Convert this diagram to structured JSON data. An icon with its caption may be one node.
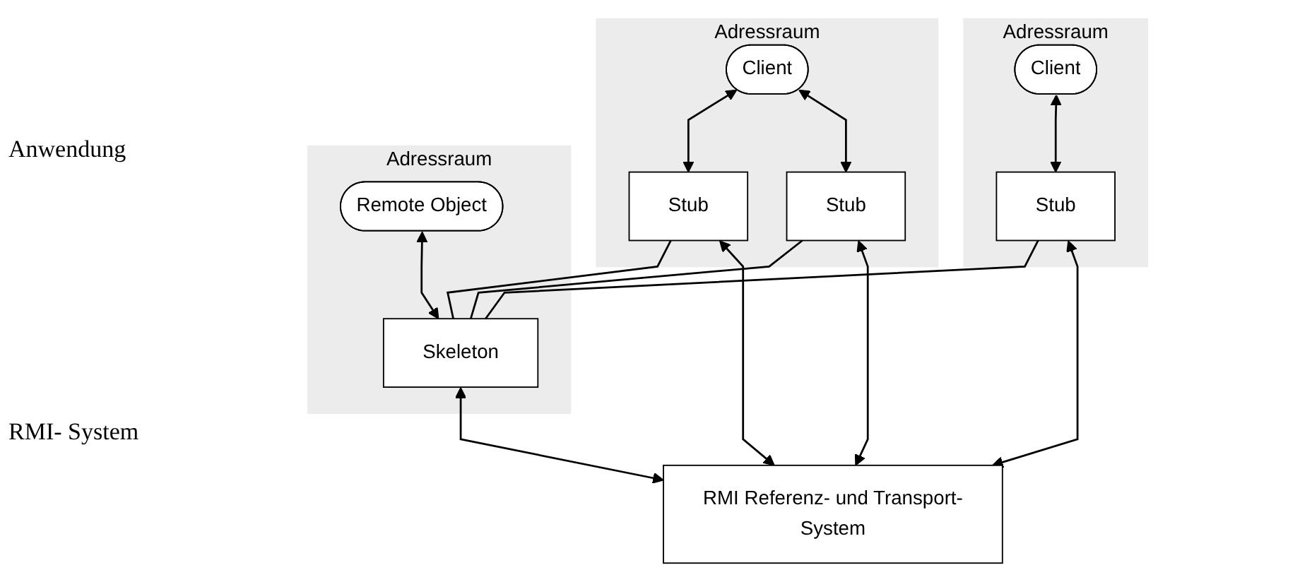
{
  "diagram": {
    "nodes": [
      {
        "text": [
          "Adressraum"
        ]
      },
      {
        "text": [
          "Client"
        ],
        "in": 0
      },
      {
        "text": [
          "Stub"
        ],
        "in": 0
      },
      {
        "text": [
          "Adressraum"
        ]
      },
      {
        "text": [
          "Client"
        ],
        "in": 3
      },
      {
        "text": [
          "Stub"
        ],
        "in": 3
      },
      {
        "text": [
          "Stub"
        ],
        "in": 3
      },
      {
        "text": [
          "Adressraum"
        ]
      },
      {
        "text": [
          "Remote Object"
        ],
        "in": 7
      },
      {
        "text": [
          "Skeleton"
        ],
        "in": 7
      },
      {
        "text": [
          "RMI Referenz- und Transport-System"
        ]
      }
    ],
    "edges": [
      {
        "from": 1,
        "to": 2,
        "arrow": "both"
      },
      {
        "from": 4,
        "to": 5,
        "arrow": "both"
      },
      {
        "from": 4,
        "to": 6,
        "arrow": "both"
      },
      {
        "from": 8,
        "to": 9,
        "arrow": "both"
      },
      {
        "from": 2,
        "to": 10,
        "arrow": "both"
      },
      {
        "from": 5,
        "to": 10,
        "arrow": "both"
      },
      {
        "from": 6,
        "to": 10,
        "arrow": "both"
      },
      {
        "from": 9,
        "to": 10,
        "arrow": "both"
      },
      {
        "from": 2,
        "to": 9,
        "arrow": "none"
      },
      {
        "from": 5,
        "to": 9,
        "arrow": "none"
      },
      {
        "from": 6,
        "to": 9,
        "arrow": "none"
      }
    ],
    "labels": [
      "Anwendung",
      "RMI- System"
    ]
  }
}
